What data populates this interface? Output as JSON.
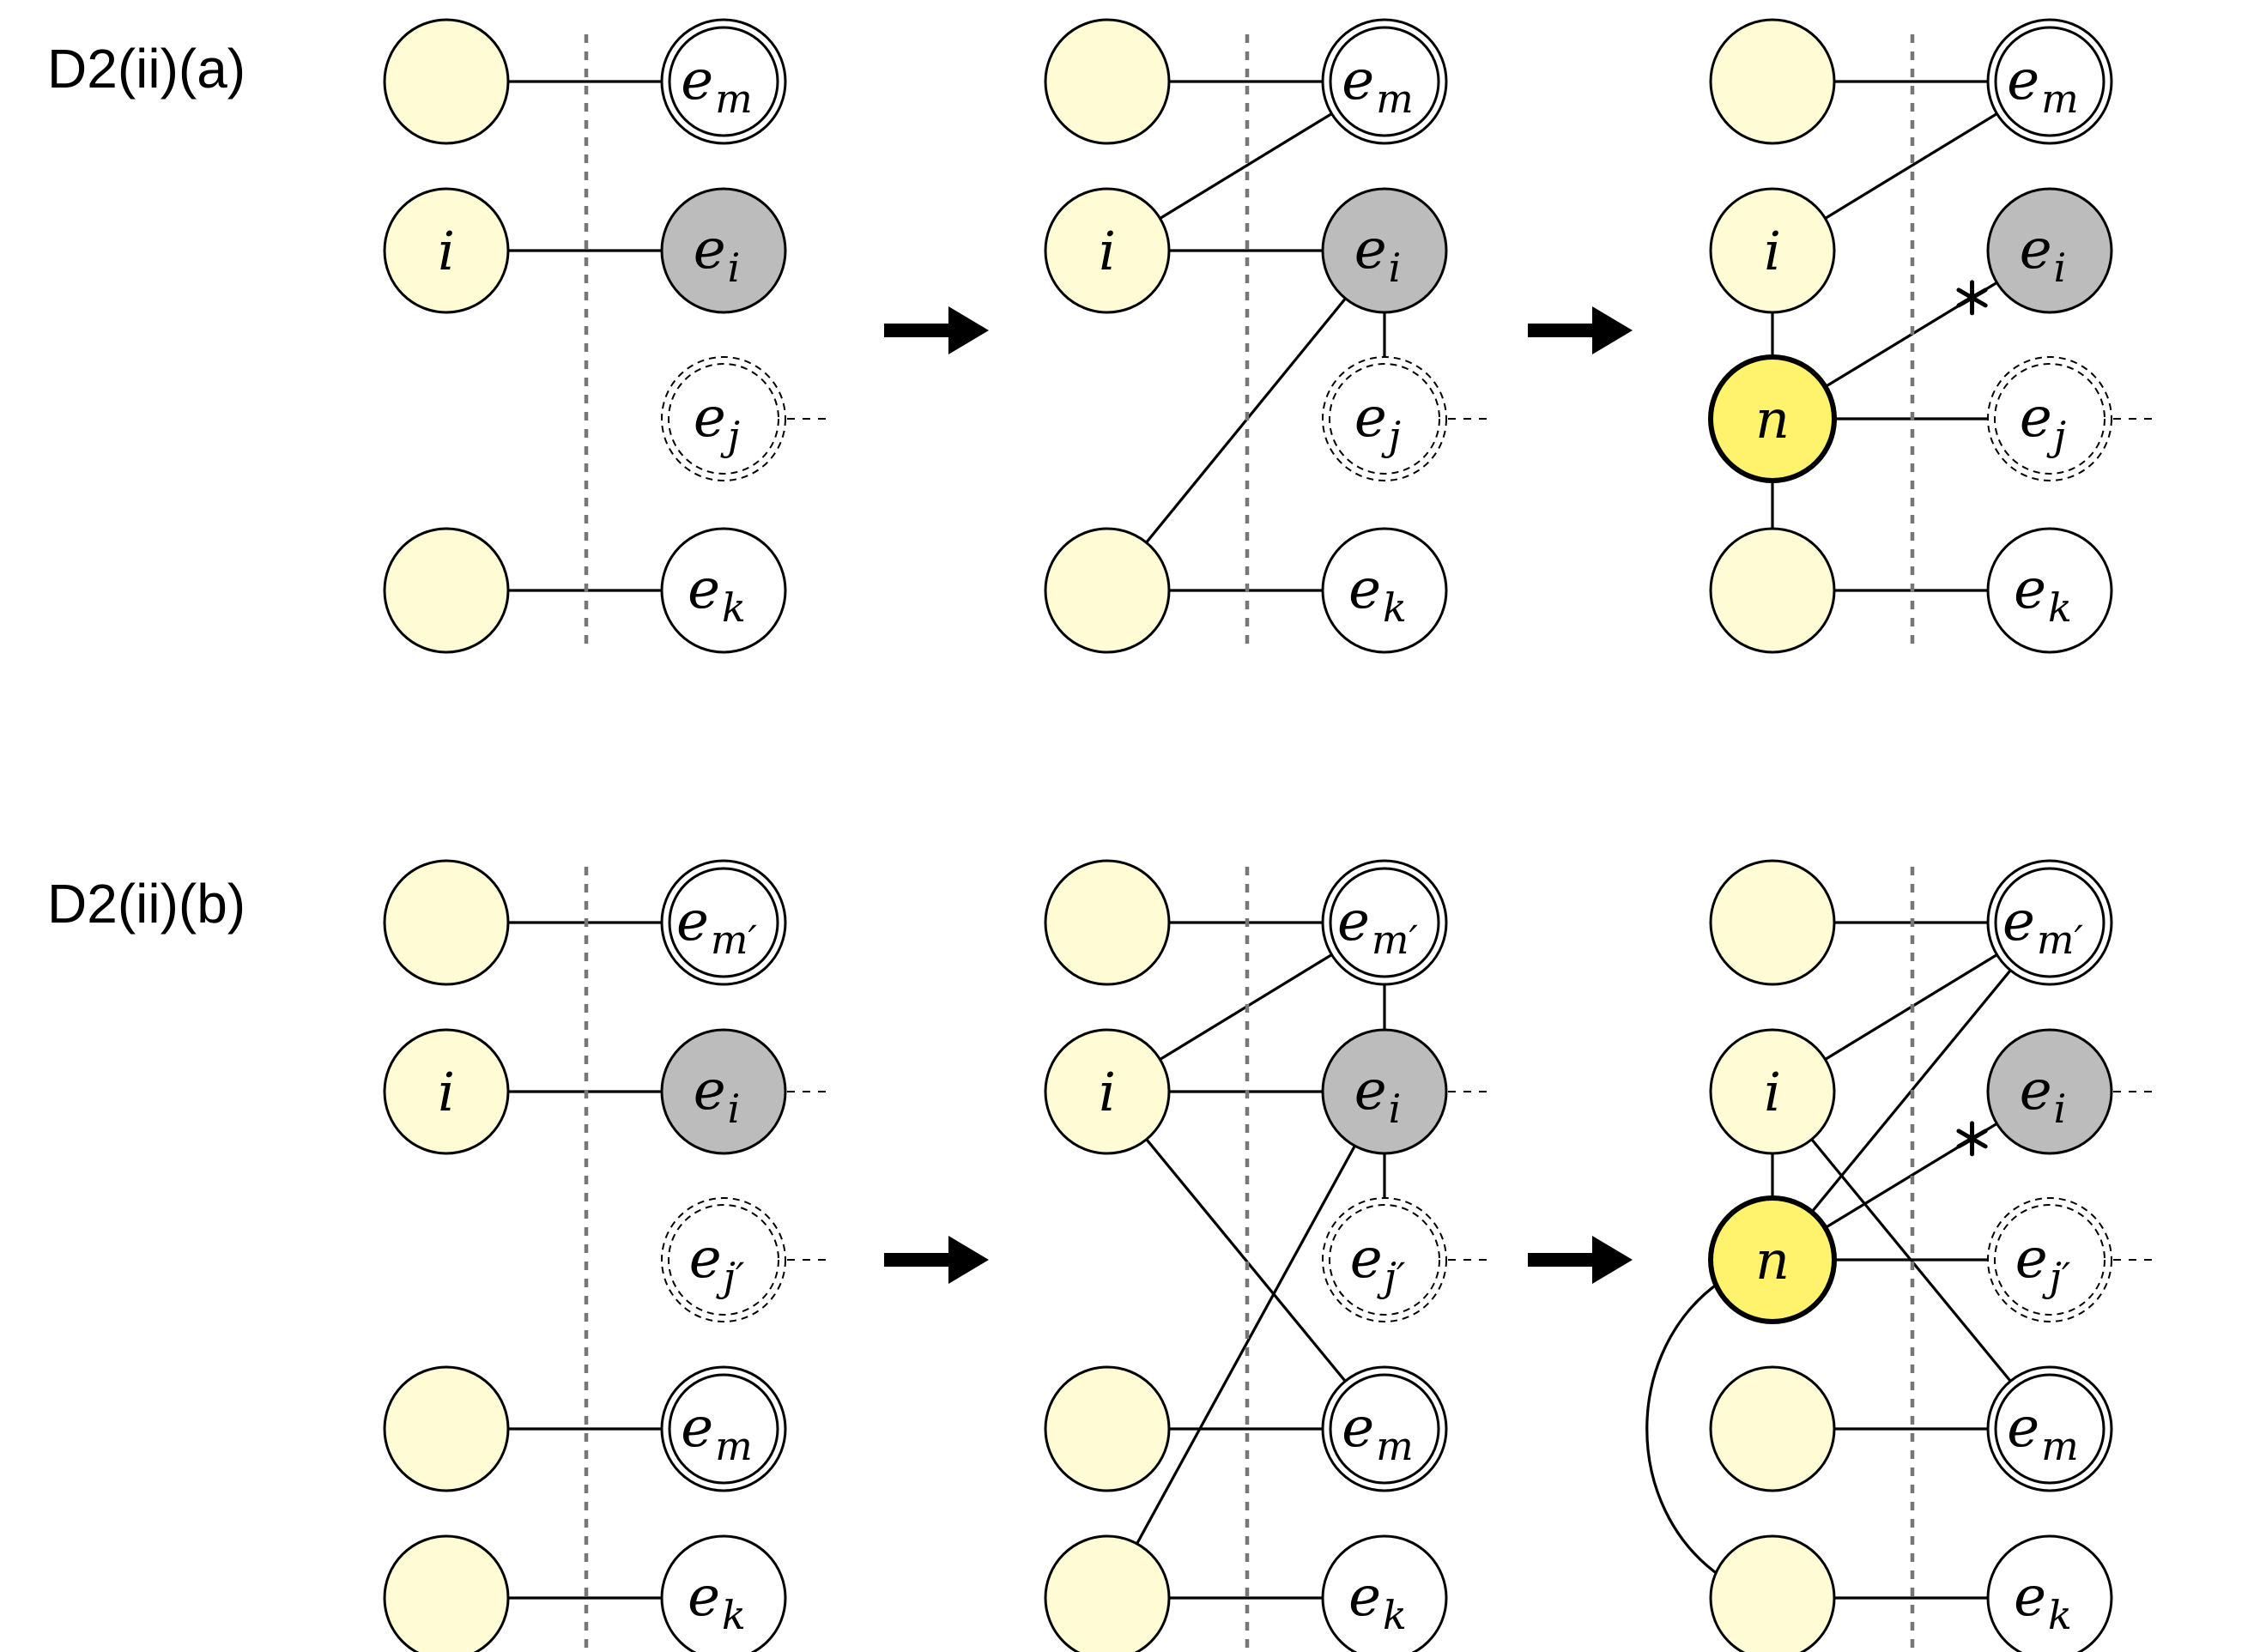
{
  "colors": {
    "left_node_fill": "#fffbd5",
    "new_node_fill": "#fff36e",
    "gray_node_fill": "#bcbcbc",
    "white_node_fill": "#ffffff",
    "stroke": "#000000",
    "divider": "#777777"
  },
  "panels": [
    {
      "id": "a",
      "label": "D2(ii)(a)",
      "rows": [
        {
          "id": "m",
          "label": "e",
          "sub": "m",
          "style": "double"
        },
        {
          "id": "i",
          "label": "e",
          "sub": "i",
          "style": "gray"
        },
        {
          "id": "j",
          "label": "e",
          "sub": "j",
          "style": "dashed"
        },
        {
          "id": "k",
          "label": "e",
          "sub": "k",
          "style": "plain"
        }
      ],
      "stages": [
        {
          "left": [
            {
              "row": "m",
              "label": ""
            },
            {
              "row": "i",
              "label": "i"
            },
            {
              "row": "k",
              "label": ""
            }
          ],
          "edges": [
            [
              "L:m",
              "R:m"
            ],
            [
              "L:i",
              "R:i"
            ],
            [
              "L:k",
              "R:k"
            ]
          ],
          "stubs": [
            "j"
          ]
        },
        {
          "left": [
            {
              "row": "m",
              "label": ""
            },
            {
              "row": "i",
              "label": "i"
            },
            {
              "row": "k",
              "label": ""
            }
          ],
          "edges": [
            [
              "L:m",
              "R:m"
            ],
            [
              "L:i",
              "R:m"
            ],
            [
              "L:i",
              "R:i"
            ],
            [
              "L:k",
              "R:i"
            ],
            [
              "R:i",
              "R:j"
            ],
            [
              "L:k",
              "R:k"
            ]
          ],
          "stubs": [
            "j"
          ]
        },
        {
          "left": [
            {
              "row": "m",
              "label": ""
            },
            {
              "row": "i",
              "label": "i"
            },
            {
              "row": "j",
              "label": "n",
              "new": true
            },
            {
              "row": "k",
              "label": ""
            }
          ],
          "edges": [
            [
              "L:m",
              "R:m"
            ],
            [
              "L:i",
              "R:m"
            ],
            [
              "L:i",
              "L:j"
            ],
            [
              "L:j",
              "L:k"
            ],
            [
              "L:j",
              "R:j"
            ],
            [
              "L:k",
              "R:k"
            ]
          ],
          "cut_edges": [
            [
              "L:j",
              "R:i"
            ]
          ],
          "stubs": [
            "j"
          ]
        }
      ]
    },
    {
      "id": "b",
      "label": "D2(ii)(b)",
      "rows": [
        {
          "id": "m2",
          "label": "e",
          "sub": "m′",
          "style": "double"
        },
        {
          "id": "i",
          "label": "e",
          "sub": "i",
          "style": "gray"
        },
        {
          "id": "j2",
          "label": "e",
          "sub": "j′",
          "style": "dashed"
        },
        {
          "id": "m",
          "label": "e",
          "sub": "m",
          "style": "double"
        },
        {
          "id": "k",
          "label": "e",
          "sub": "k",
          "style": "plain"
        }
      ],
      "stages": [
        {
          "left": [
            {
              "row": "m2",
              "label": ""
            },
            {
              "row": "i",
              "label": "i"
            },
            {
              "row": "m",
              "label": ""
            },
            {
              "row": "k",
              "label": ""
            }
          ],
          "edges": [
            [
              "L:m2",
              "R:m2"
            ],
            [
              "L:i",
              "R:i"
            ],
            [
              "L:m",
              "R:m"
            ],
            [
              "L:k",
              "R:k"
            ]
          ],
          "stubs": [
            "i",
            "j2"
          ]
        },
        {
          "left": [
            {
              "row": "m2",
              "label": ""
            },
            {
              "row": "i",
              "label": "i"
            },
            {
              "row": "m",
              "label": ""
            },
            {
              "row": "k",
              "label": ""
            }
          ],
          "edges": [
            [
              "L:m2",
              "R:m2"
            ],
            [
              "L:i",
              "R:m2"
            ],
            [
              "L:i",
              "R:i"
            ],
            [
              "L:i",
              "R:m"
            ],
            [
              "L:k",
              "R:i"
            ],
            [
              "R:m2",
              "R:i"
            ],
            [
              "R:i",
              "R:j2"
            ],
            [
              "L:m",
              "R:m"
            ],
            [
              "L:k",
              "R:k"
            ]
          ],
          "stubs": [
            "i",
            "j2"
          ]
        },
        {
          "left": [
            {
              "row": "m2",
              "label": ""
            },
            {
              "row": "i",
              "label": "i"
            },
            {
              "row": "j2",
              "label": "n",
              "new": true
            },
            {
              "row": "m",
              "label": ""
            },
            {
              "row": "k",
              "label": ""
            }
          ],
          "edges": [
            [
              "L:m2",
              "R:m2"
            ],
            [
              "L:i",
              "R:m2"
            ],
            [
              "L:j2",
              "R:m2"
            ],
            [
              "L:i",
              "L:j2"
            ],
            [
              "L:i",
              "R:m"
            ],
            [
              "L:j2",
              "R:j2"
            ],
            [
              "L:m",
              "R:m"
            ],
            [
              "L:k",
              "R:k"
            ]
          ],
          "arcs": [
            [
              "L:j2",
              "L:k"
            ]
          ],
          "cut_edges": [
            [
              "L:j2",
              "R:i"
            ]
          ],
          "stubs": [
            "i",
            "j2"
          ]
        }
      ]
    }
  ]
}
